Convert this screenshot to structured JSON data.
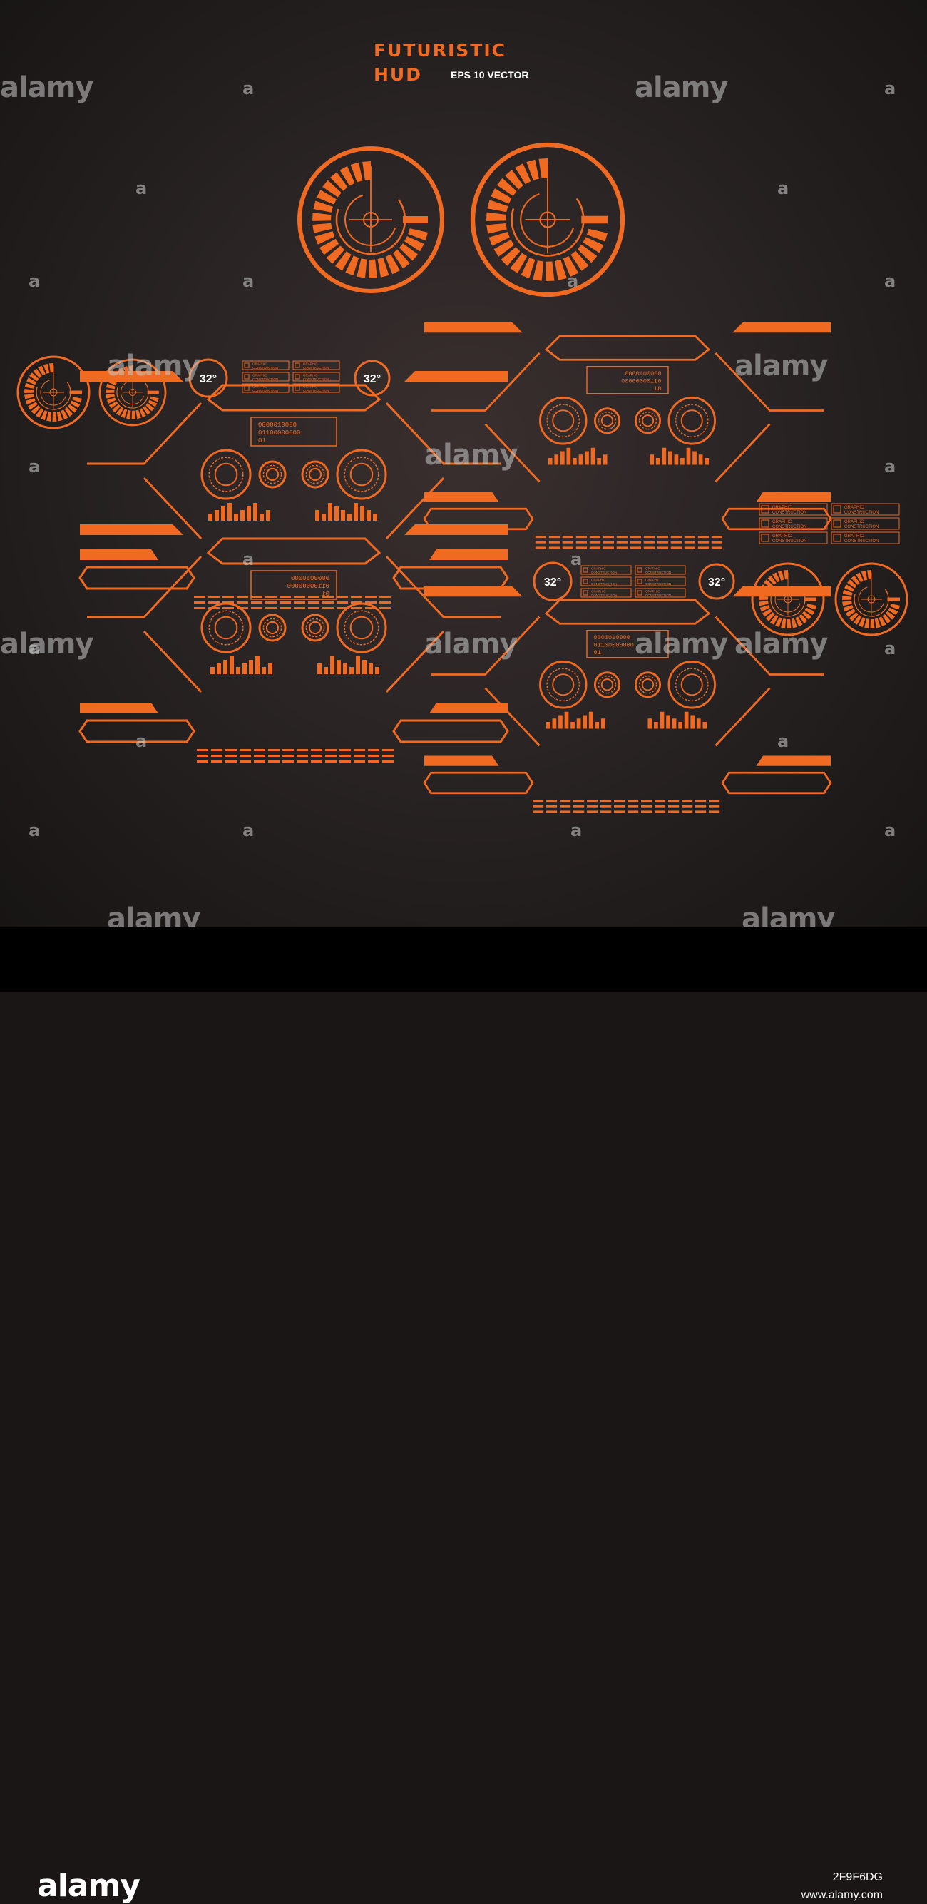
{
  "header": {
    "title_line1": "FUTURISTIC",
    "title_line2": "HUD",
    "subtitle": "EPS 10 VECTOR"
  },
  "watermark": {
    "text": "alamy",
    "mark": "a"
  },
  "hud": {
    "accent": "#f06a22",
    "temperature": "32°",
    "binary_lines": [
      "0000010000",
      "01100000000",
      "01"
    ],
    "tag_lines": [
      "GRAPHIC",
      "CONSTRUCTION"
    ]
  },
  "footer": {
    "logo": "alamy",
    "image_id": "2F9F6DG",
    "url": "www.alamy.com"
  }
}
